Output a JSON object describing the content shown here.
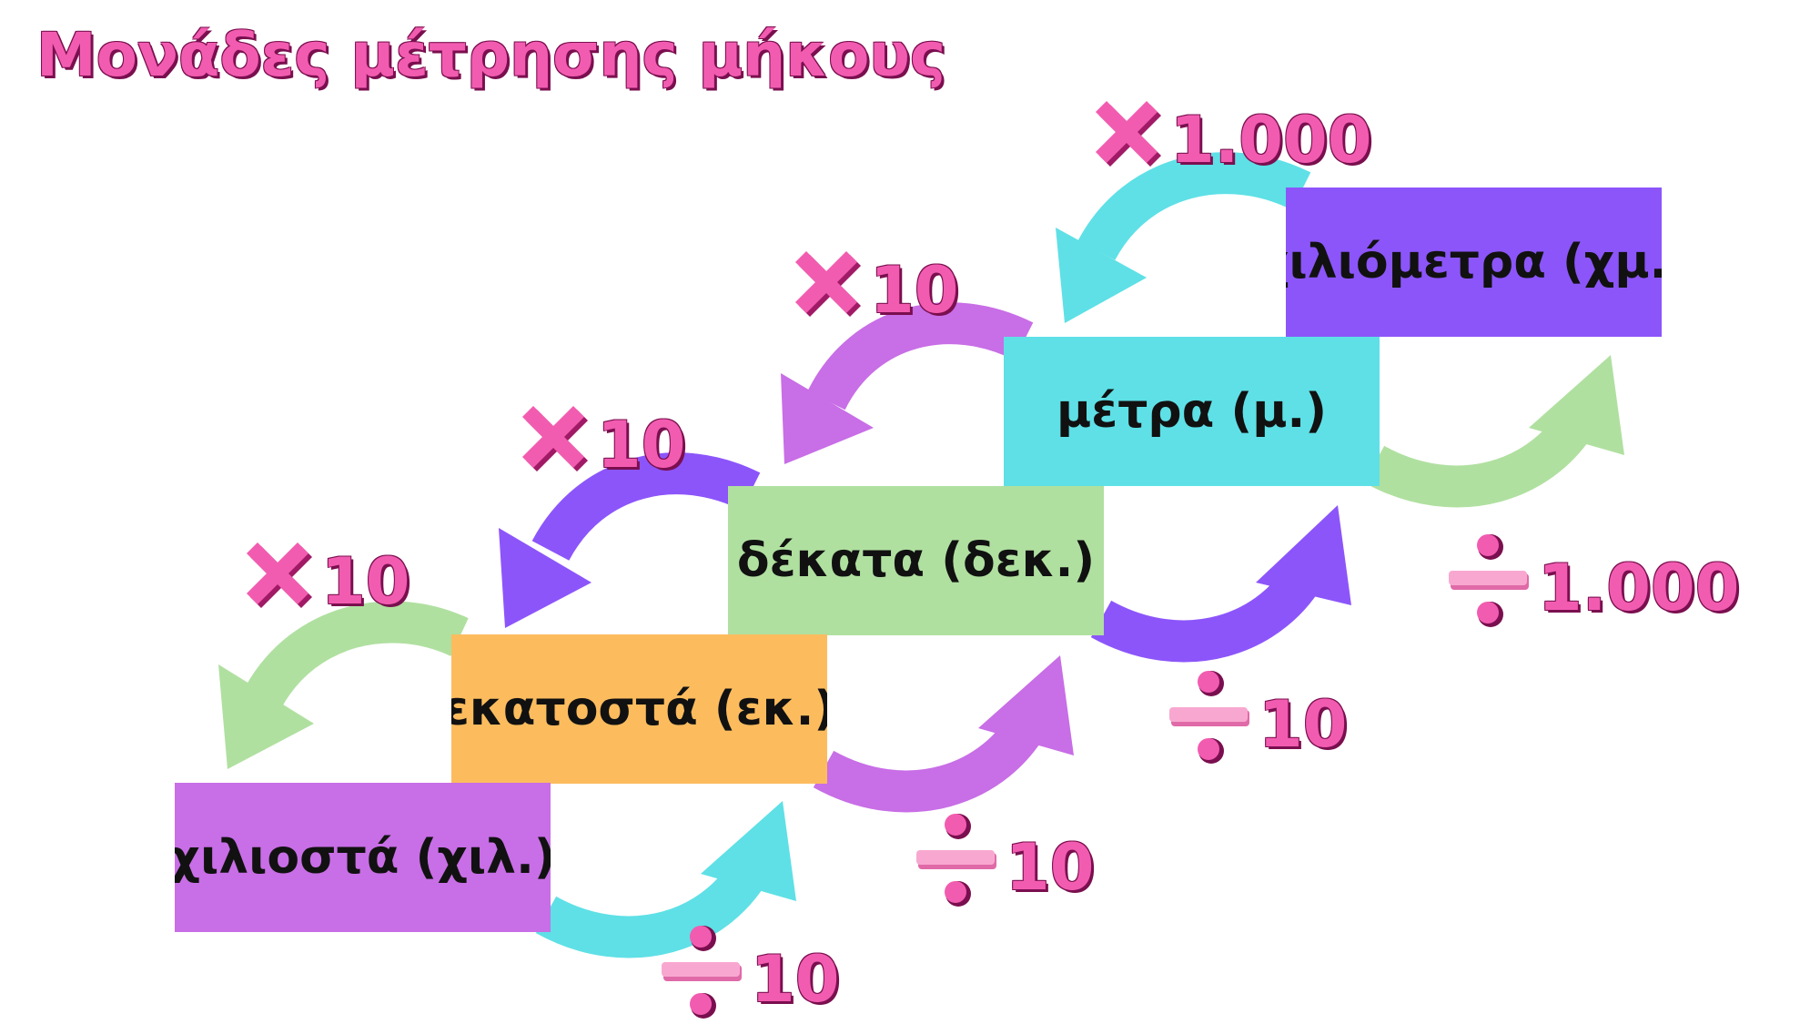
{
  "title": "Μονάδες μέτρησης μήκους",
  "colors": {
    "title_pink": "#f25cb0",
    "cyan": "#5ee0e6",
    "green": "#b0e0a0",
    "purple": "#8c55fa",
    "violet": "#c86ee6",
    "orange": "#fcbc5e"
  },
  "units": [
    {
      "id": "km",
      "label": "χιλιόμετρα (χμ.)",
      "color": "#8c55fa"
    },
    {
      "id": "m",
      "label": "μέτρα (μ.)",
      "color": "#5ee0e6"
    },
    {
      "id": "dm",
      "label": "δέκατα (δεκ.)",
      "color": "#b0e0a0"
    },
    {
      "id": "cm",
      "label": "εκατοστά (εκ.)",
      "color": "#fcbc5e"
    },
    {
      "id": "mm",
      "label": "χιλιοστά (χιλ.)",
      "color": "#c86ee6"
    }
  ],
  "multiply": [
    {
      "from": "km",
      "to": "m",
      "icon": "multiply-icon",
      "value": "1.000",
      "arrow_color": "#5ee0e6"
    },
    {
      "from": "m",
      "to": "dm",
      "icon": "multiply-icon",
      "value": "10",
      "arrow_color": "#c86ee6"
    },
    {
      "from": "dm",
      "to": "cm",
      "icon": "multiply-icon",
      "value": "10",
      "arrow_color": "#8c55fa"
    },
    {
      "from": "cm",
      "to": "mm",
      "icon": "multiply-icon",
      "value": "10",
      "arrow_color": "#b0e0a0"
    }
  ],
  "divide": [
    {
      "from": "m",
      "to": "km",
      "icon": "divide-icon",
      "value": "1.000",
      "arrow_color": "#b0e0a0"
    },
    {
      "from": "dm",
      "to": "m",
      "icon": "divide-icon",
      "value": "10",
      "arrow_color": "#8c55fa"
    },
    {
      "from": "cm",
      "to": "dm",
      "icon": "divide-icon",
      "value": "10",
      "arrow_color": "#c86ee6"
    },
    {
      "from": "mm",
      "to": "cm",
      "icon": "divide-icon",
      "value": "10",
      "arrow_color": "#5ee0e6"
    }
  ]
}
